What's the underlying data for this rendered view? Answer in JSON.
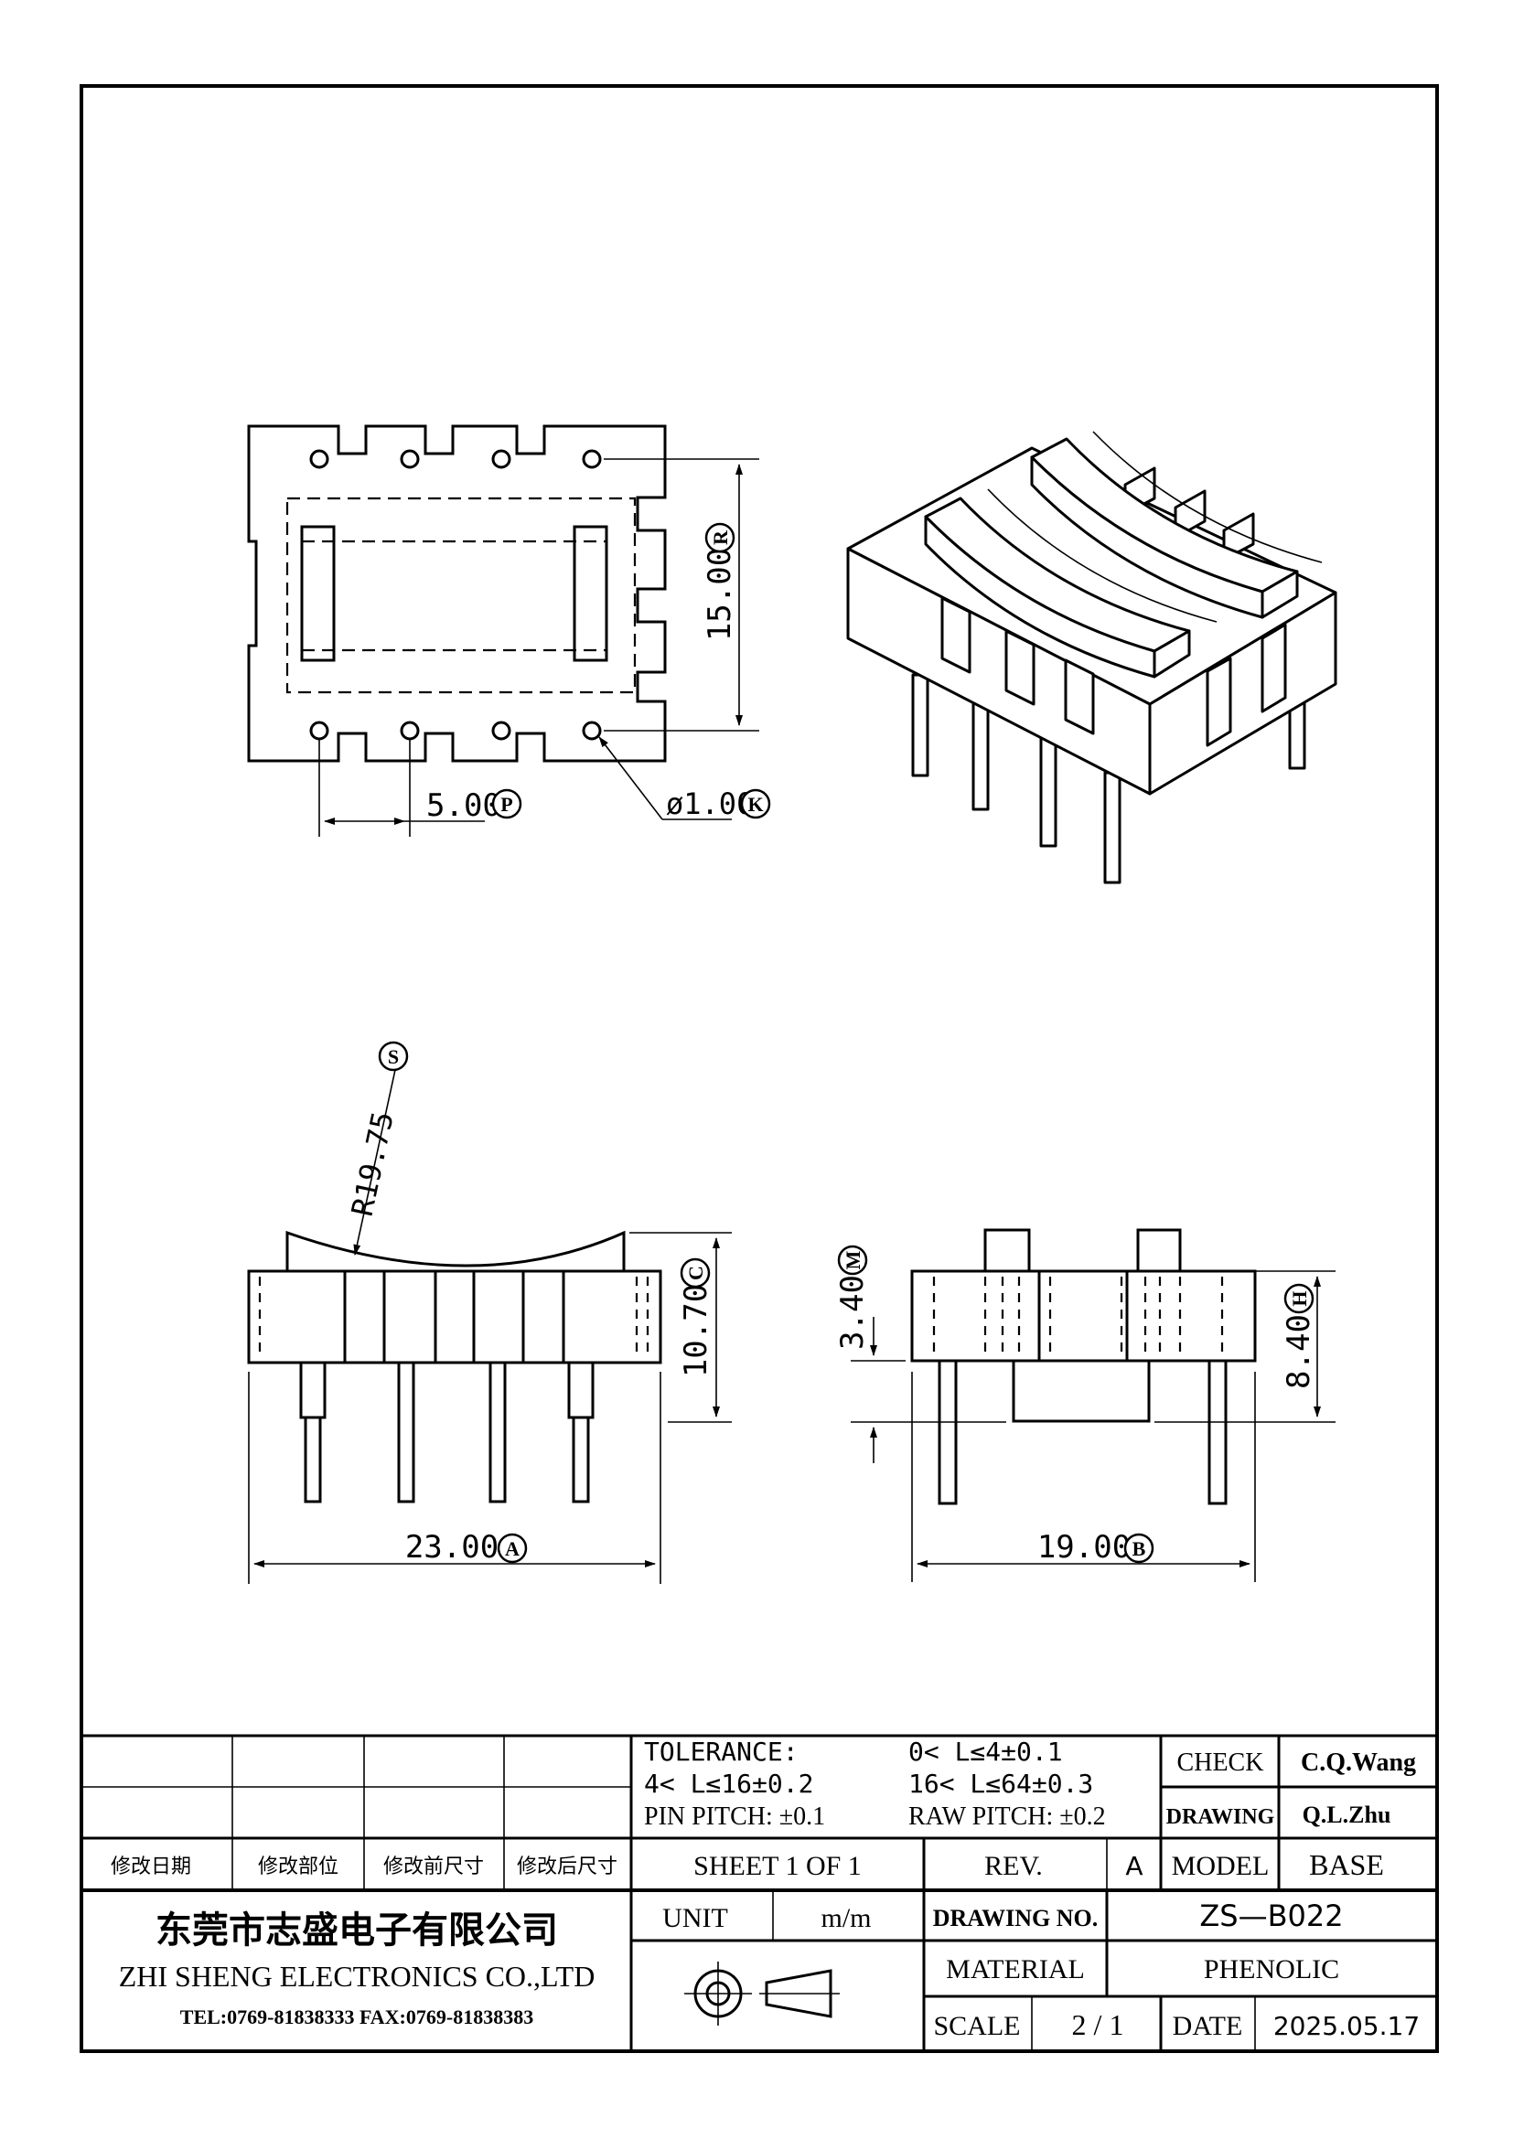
{
  "drawing": {
    "top_view": {
      "dim_height": "15.00",
      "dim_height_tag": "R",
      "dim_pitch": "5.00",
      "dim_pitch_tag": "P",
      "dim_hole": "ø1.00",
      "dim_hole_tag": "K"
    },
    "front_view": {
      "dim_radius": "R19.75",
      "dim_radius_tag": "S",
      "dim_height": "10.70",
      "dim_height_tag": "C",
      "dim_width": "23.00",
      "dim_width_tag": "A"
    },
    "side_view": {
      "dim_standoff": "3.40",
      "dim_standoff_tag": "M",
      "dim_height": "8.40",
      "dim_height_tag": "H",
      "dim_width": "19.00",
      "dim_width_tag": "B"
    }
  },
  "title_block": {
    "tolerance_label": "TOLERANCE:",
    "tol_1": "0< L≤4±0.1",
    "tol_2": "4< L≤16±0.2",
    "tol_3": "16< L≤64±0.3",
    "pin_pitch": "PIN  PITCH: ±0.1",
    "raw_pitch": "RAW  PITCH: ±0.2",
    "check_label": "CHECK",
    "check_value": "C.Q.Wang",
    "drawing_label": "DRAWING",
    "drawing_value": "Q.L.Zhu",
    "rev_col_1": "修改日期",
    "rev_col_2": "修改部位",
    "rev_col_3": "修改前尺寸",
    "rev_col_4": "修改后尺寸",
    "sheet": "SHEET 1 OF 1",
    "rev_label": "REV.",
    "rev_value": "A",
    "model_label": "MODEL",
    "model_value": "BASE",
    "company_cn": "东莞市志盛电子有限公司",
    "company_en": "ZHI SHENG  ELECTRONICS CO.,LTD",
    "company_tel": "TEL:0769-81838333 FAX:0769-81838383",
    "unit_label": "UNIT",
    "unit_value": "m/m",
    "drawing_no_label": "DRAWING  NO.",
    "drawing_no_value": "ZS—B022",
    "material_label": "MATERIAL",
    "material_value": "PHENOLIC",
    "scale_label": "SCALE",
    "scale_value": "2  /  1",
    "date_label": "DATE",
    "date_value": "2025.05.17"
  }
}
